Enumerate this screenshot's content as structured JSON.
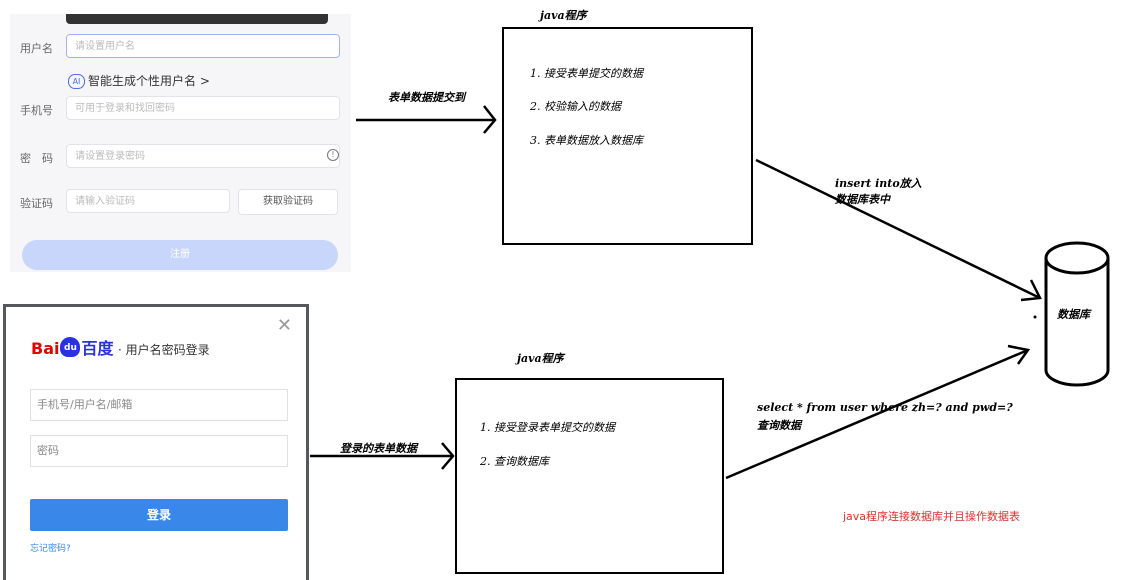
{
  "register_form": {
    "tooltip": "",
    "username_label": "用户名",
    "username_placeholder": "请设置用户名",
    "ai_badge": "AI",
    "ai_suggest": "智能生成个性用户名 >",
    "phone_label": "手机号",
    "phone_placeholder": "可用于登录和找回密码",
    "password_label": "密　码",
    "password_placeholder": "请设置登录密码",
    "captcha_label": "验证码",
    "captcha_placeholder": "请输入验证码",
    "captcha_button": "获取验证码",
    "submit_label": "注册"
  },
  "login_form": {
    "logo_left": "Bai",
    "logo_paw": "du",
    "logo_right": "百度",
    "subtitle": "· 用户名密码登录",
    "account_placeholder": "手机号/用户名/邮箱",
    "password_placeholder": "密码",
    "login_button": "登录",
    "forgot_link": "忘记密码?"
  },
  "diagram": {
    "top_program_title": "java程序",
    "top_steps": [
      "1. 接受表单提交的数据",
      "2. 校验输入的数据",
      "3. 表单数据放入数据库"
    ],
    "submit_arrow_label": "表单数据提交到",
    "insert_label_line1": "insert into放入",
    "insert_label_line2": "数据库表中",
    "database_label": "数据库",
    "bottom_program_title": "java程序",
    "bottom_steps": [
      "1. 接受登录表单提交的数据",
      "2. 查询数据库"
    ],
    "login_arrow_label": "登录的表单数据",
    "select_label_line1": "select * from user where zh=? and pwd=?",
    "select_label_line2": "查询数据",
    "note": "java程序连接数据库并且操作数据表",
    "note_color": "#e03030"
  }
}
